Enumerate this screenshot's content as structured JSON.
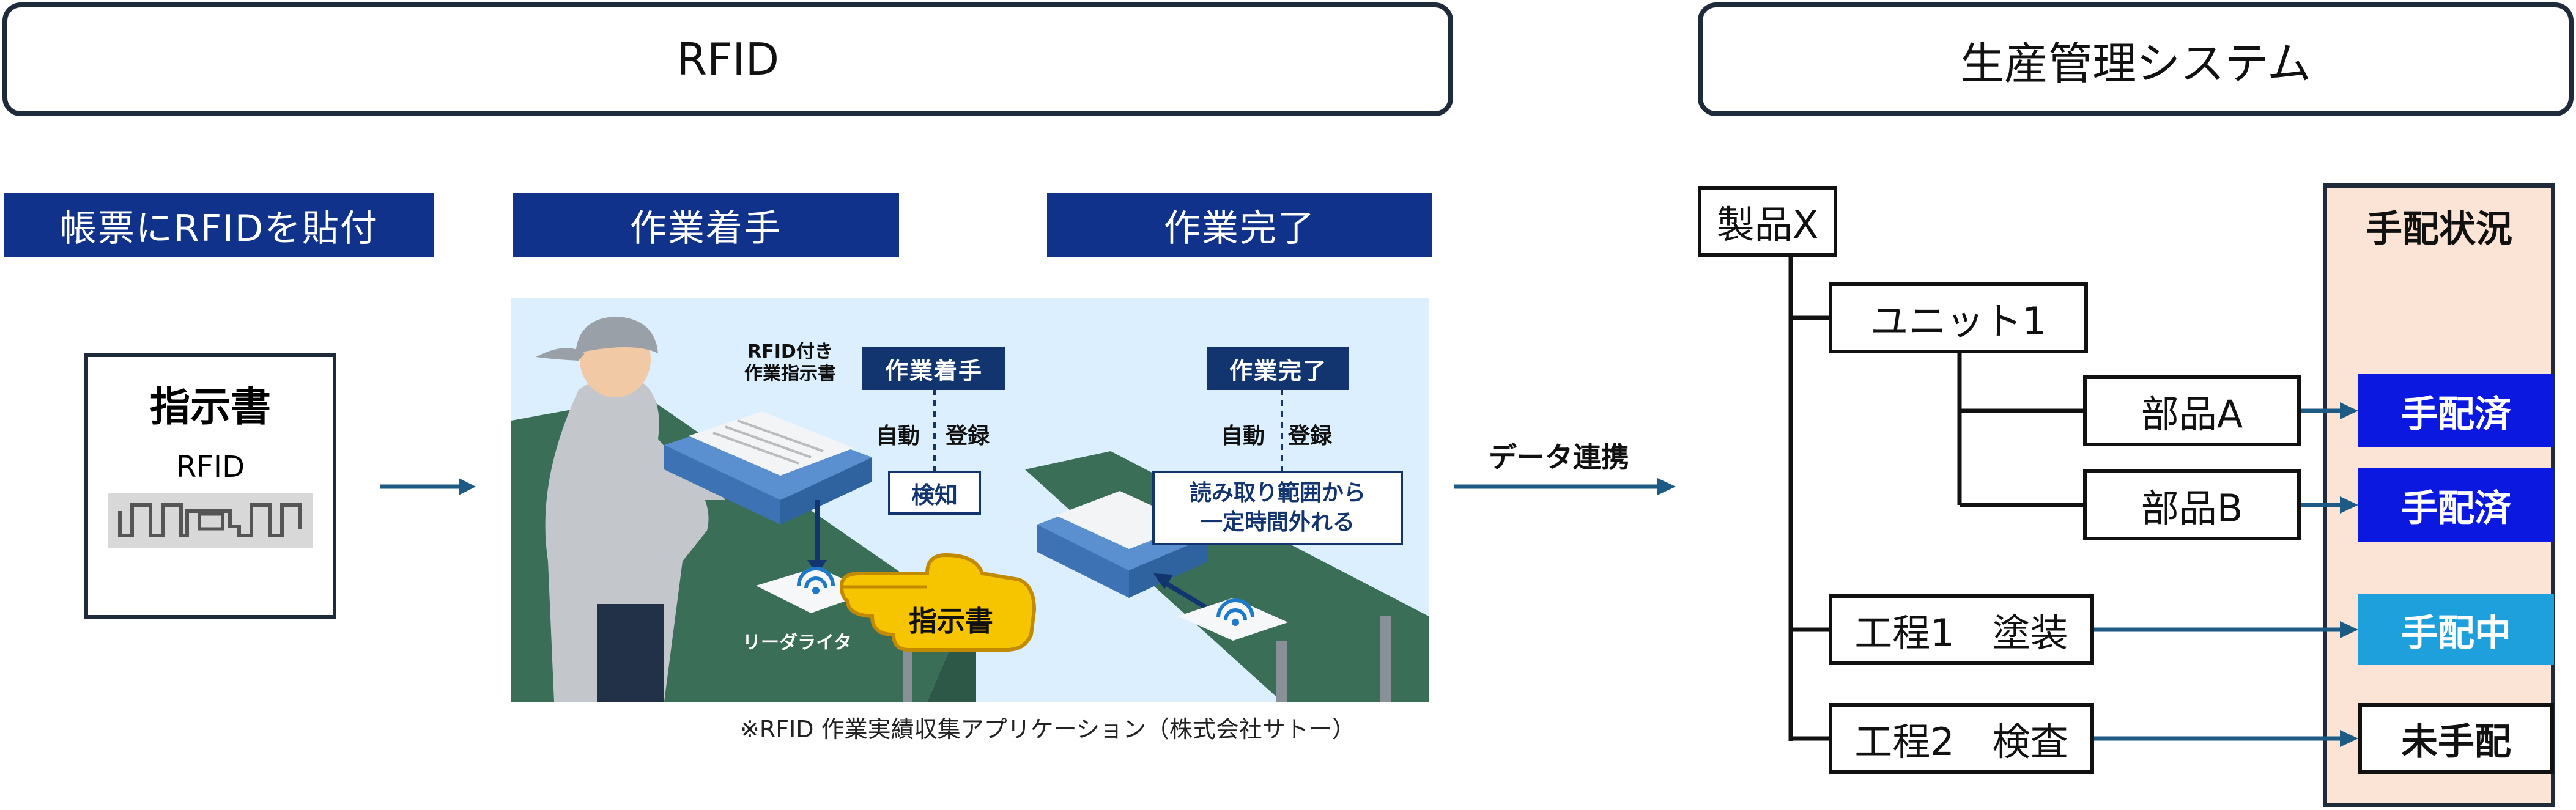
{
  "headers": {
    "rfid": "RFID",
    "system": "生産管理システム"
  },
  "steps": {
    "attach": "帳票にRFIDを貼付",
    "start": "作業着手",
    "complete": "作業完了"
  },
  "instruction_card": {
    "title": "指示書",
    "rfid_label": "RFID"
  },
  "scene": {
    "sheet_label_line1": "RFID付き",
    "sheet_label_line2": "作業指示書",
    "start_tag": "作業着手",
    "start_auto": "自動",
    "start_register": "登録",
    "detect_tag": "検知",
    "complete_tag": "作業完了",
    "complete_auto": "自動",
    "complete_register": "登録",
    "out_of_range_line1": "読み取り範囲から",
    "out_of_range_line2": "一定時間外れる",
    "reader_label": "リーダライタ",
    "hand_label": "指示書"
  },
  "caption": "※RFID 作業実績収集アプリケーション（株式会社サトー）",
  "flow_label": "データ連携",
  "tree": {
    "product": "製品X",
    "unit": "ユニット1",
    "part_a": "部品A",
    "part_b": "部品B",
    "process1": "工程1　塗装",
    "process2": "工程2　検査"
  },
  "status_panel": {
    "title": "手配状況",
    "part_a_status": "手配済",
    "part_b_status": "手配済",
    "process1_status": "手配中",
    "process2_status": "未手配"
  },
  "colors": {
    "navy": "#10328a",
    "arrow": "#1e5b84",
    "status_done": "#0a18e0",
    "status_in_progress": "#1ea0dc",
    "panel_bg": "#fbe3d6",
    "panel_border": "#1f2a3a"
  }
}
